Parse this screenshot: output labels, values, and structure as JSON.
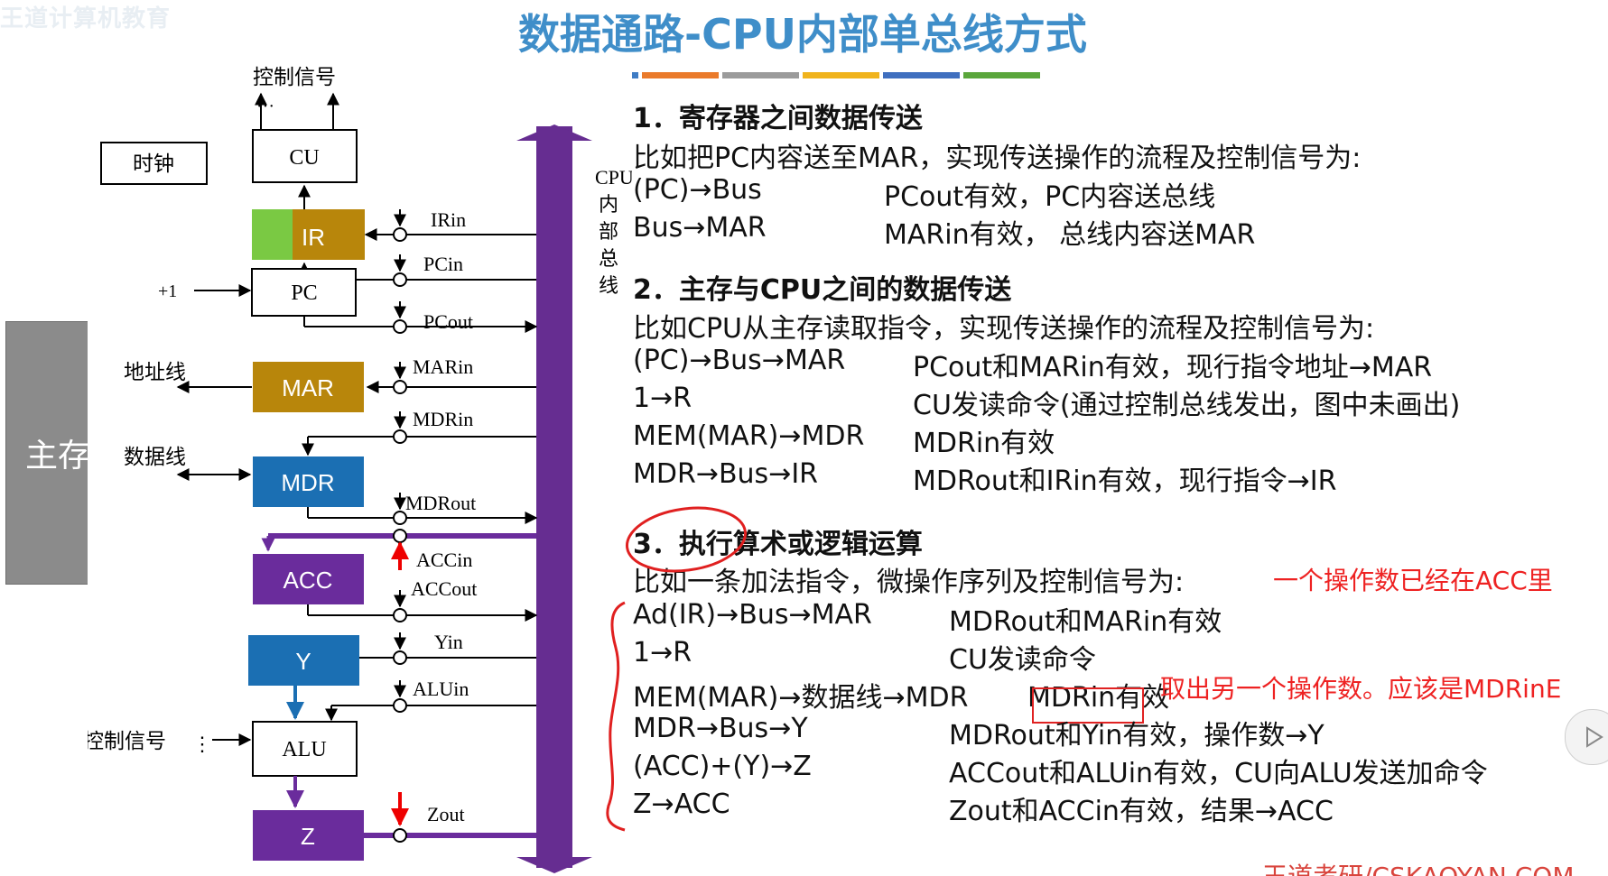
{
  "watermark": "王道计算机教育",
  "title": "数据通路-CPU内部单总线方式",
  "diagram": {
    "main_memory": "主存",
    "control_signals_top": "控制信号",
    "dots": "···",
    "clock": "时钟",
    "cu": "CU",
    "ir": "IR",
    "pc": "PC",
    "plus_one": "+1",
    "mar": "MAR",
    "mdr": "MDR",
    "acc": "ACC",
    "y": "Y",
    "alu": "ALU",
    "z": "Z",
    "address_line": "地址线",
    "data_line": "数据线",
    "control_signals_left": "控制信号",
    "bus_label": [
      "CPU",
      "内",
      "部",
      "总",
      "线"
    ],
    "signals": {
      "irin": "IRin",
      "pcin": "PCin",
      "pcout": "PCout",
      "marin": "MARin",
      "mdrin": "MDRin",
      "mdrout": "MDRout",
      "accin": "ACCin",
      "accout": "ACCout",
      "yin": "Yin",
      "aluin": "ALUin",
      "zout": "Zout"
    }
  },
  "section1": {
    "heading": "1．寄存器之间数据传送",
    "intro": "比如把PC内容送至MAR，实现传送操作的流程及控制信号为:",
    "rows": [
      {
        "op": "(PC)→Bus",
        "desc": "PCout有效，PC内容送总线"
      },
      {
        "op": "Bus→MAR",
        "desc": "MARin有效， 总线内容送MAR"
      }
    ]
  },
  "section2": {
    "heading": "2．主存与CPU之间的数据传送",
    "intro": "比如CPU从主存读取指令，实现传送操作的流程及控制信号为:",
    "rows": [
      {
        "op": "(PC)→Bus→MAR",
        "desc": "PCout和MARin有效，现行指令地址→MAR"
      },
      {
        "op": "1→R",
        "desc": "CU发读命令(通过控制总线发出，图中未画出)"
      },
      {
        "op": "MEM(MAR)→MDR",
        "desc": "MDRin有效"
      },
      {
        "op": "MDR→Bus→IR",
        "desc": "MDRout和IRin有效，现行指令→IR"
      }
    ]
  },
  "section3": {
    "heading": "3．执行算术或逻辑运算",
    "intro": "比如一条加法指令，微操作序列及控制信号为:",
    "note": "一个操作数已经在ACC里",
    "rows": [
      {
        "op": "Ad(IR)→Bus→MAR",
        "desc": "MDRout和MARin有效"
      },
      {
        "op": "1→R",
        "desc": "CU发读命令"
      },
      {
        "op": "MEM(MAR)→数据线→MDR",
        "desc": "MDRin有效"
      },
      {
        "op": "MDR→Bus→Y",
        "desc": "MDRout和Yin有效，操作数→Y"
      },
      {
        "op": "(ACC)+(Y)→Z",
        "desc": "ACCout和ALUin有效，CU向ALU发送加命令"
      },
      {
        "op": "Z→ACC",
        "desc": "Zout和ACCin有效，结果→ACC"
      }
    ],
    "annotation": "取出另一个操作数。应该是MDRinE"
  },
  "footer": "王道考研/CSKAOYAN.COM",
  "colors": {
    "title": "#3f8ec9",
    "bus": "#662d91",
    "register_gold": "#b8860b",
    "register_blue": "#1b6fb3",
    "register_purple": "#6a2c9c",
    "ir_green": "#7ac943",
    "red_annotation": "#ee2222",
    "accent_bars": [
      "#3f7cc4",
      "#ea7a2a",
      "#9b9b9b",
      "#f0b31c",
      "#3f6fbf",
      "#5aa63b"
    ]
  }
}
